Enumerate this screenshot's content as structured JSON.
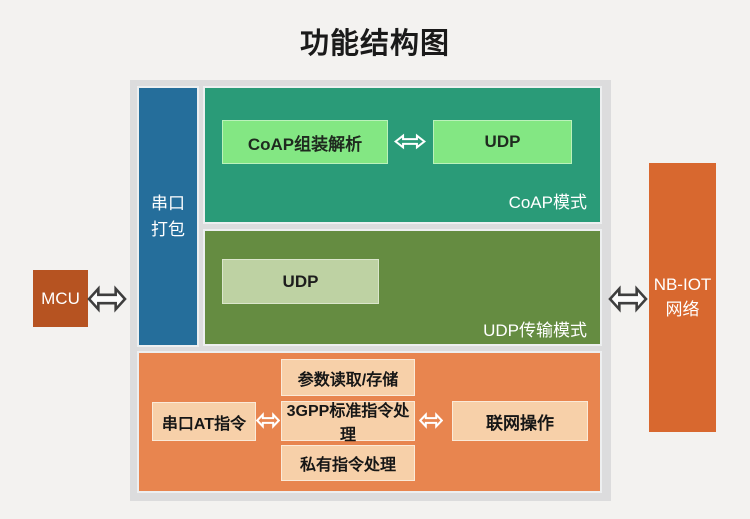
{
  "title": "功能结构图",
  "colors": {
    "serial_pack_blue": "#256e9b",
    "coap_teal": "#2a9b78",
    "inner_light_green": "#83e783",
    "udp_olive": "#658c41",
    "inner_pale_green": "#bed2a3",
    "at_orange": "#e8854f",
    "inner_peach": "#f7d0a9",
    "mcu_rust": "#b65321",
    "nbiot_orange": "#d8682f",
    "frame_gray": "#dcdcdd"
  },
  "diagram": {
    "mcu": {
      "label": "MCU"
    },
    "serial_pack": {
      "line1": "串口",
      "line2": "打包"
    },
    "coap_mode": {
      "section_label": "CoAP模式",
      "coap_parse": "CoAP组装解析",
      "udp": "UDP"
    },
    "udp_mode": {
      "section_label": "UDP传输模式",
      "udp": "UDP"
    },
    "at_layer": {
      "serial_at": "串口AT指令",
      "param_rw": "参数读取/存储",
      "gpp_cmd": "3GPP标准指令处理",
      "private_cmd": "私有指令处理",
      "network_op": "联网操作"
    },
    "nbiot": {
      "line1": "NB-IOT",
      "line2": "网络"
    }
  }
}
